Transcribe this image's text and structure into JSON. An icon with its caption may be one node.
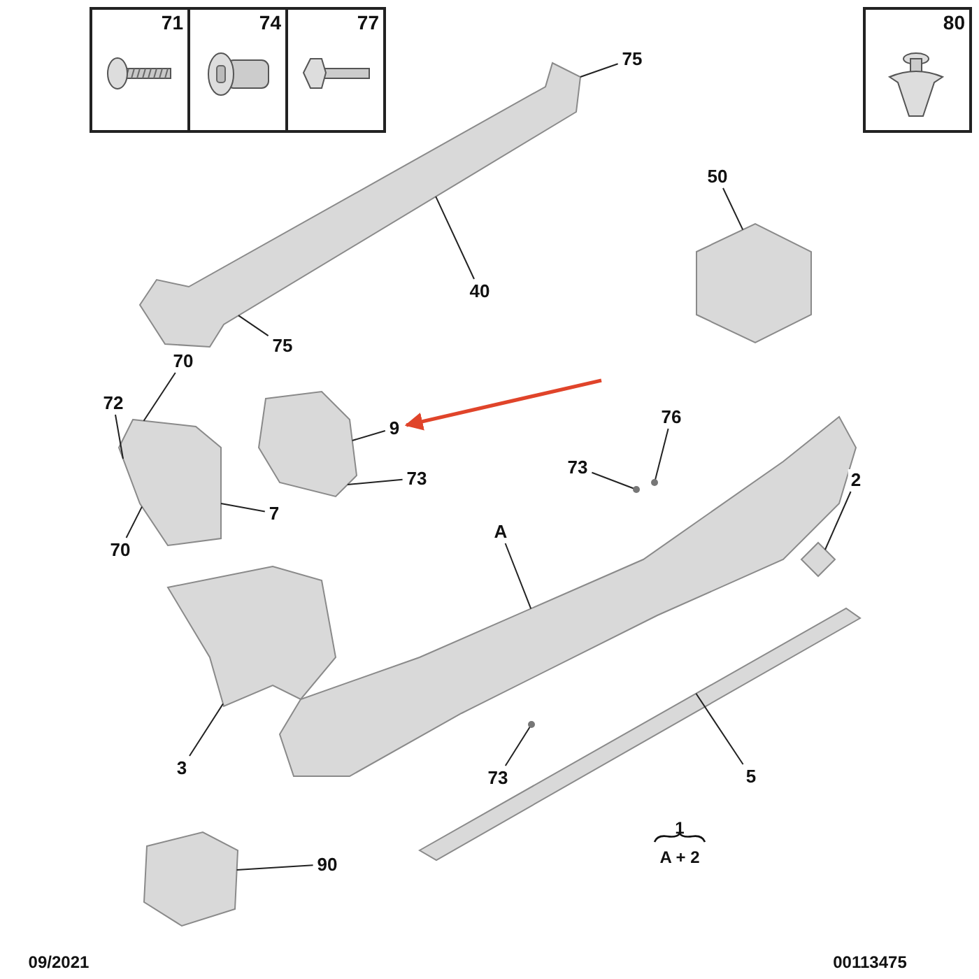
{
  "diagram": {
    "nodes": [
      {
        "text": [
          "71"
        ]
      },
      {
        "text": [
          "74"
        ]
      },
      {
        "text": [
          "77"
        ]
      },
      {
        "text": [
          "80"
        ]
      },
      {
        "text": [
          "75"
        ]
      },
      {
        "text": [
          "40"
        ]
      },
      {
        "text": [
          "75"
        ]
      },
      {
        "text": [
          "50"
        ]
      },
      {
        "text": [
          "70"
        ]
      },
      {
        "text": [
          "72"
        ]
      },
      {
        "text": [
          "9"
        ]
      },
      {
        "text": [
          "73"
        ]
      },
      {
        "text": [
          "7"
        ]
      },
      {
        "text": [
          "70"
        ]
      },
      {
        "text": [
          "73"
        ]
      },
      {
        "text": [
          "76"
        ]
      },
      {
        "text": [
          "A"
        ]
      },
      {
        "text": [
          "2"
        ]
      },
      {
        "text": [
          "3"
        ]
      },
      {
        "text": [
          "73"
        ]
      },
      {
        "text": [
          "5"
        ]
      },
      {
        "text": [
          "90"
        ]
      },
      {
        "text": [],
        "shape": "picture"
      },
      {
        "text": [],
        "shape": "picture"
      },
      {
        "text": [],
        "shape": "picture"
      },
      {
        "text": [],
        "shape": "picture"
      },
      {
        "text": [],
        "shape": "picture"
      },
      {
        "text": [],
        "shape": "picture"
      },
      {
        "text": [],
        "shape": "picture"
      },
      {
        "text": [],
        "shape": "picture"
      },
      {
        "text": [],
        "shape": "picture"
      }
    ],
    "edges": [
      {
        "from": 4,
        "to": 22,
        "arrow": "none"
      },
      {
        "from": 5,
        "to": 22,
        "arrow": "none"
      },
      {
        "from": 6,
        "to": 22,
        "arrow": "none"
      },
      {
        "from": 7,
        "to": 23,
        "arrow": "none"
      },
      {
        "from": 8,
        "to": 24,
        "arrow": "none"
      },
      {
        "from": 9,
        "to": 24,
        "arrow": "none"
      },
      {
        "from": 10,
        "to": 25,
        "arrow": "none"
      },
      {
        "from": 11,
        "to": 25,
        "arrow": "none"
      },
      {
        "from": 12,
        "to": 24,
        "arrow": "none"
      },
      {
        "from": 13,
        "to": 24,
        "arrow": "none"
      },
      {
        "from": 14,
        "to": null,
        "arrow": "none"
      },
      {
        "from": 15,
        "to": null,
        "arrow": "none"
      },
      {
        "from": 16,
        "to": 26,
        "arrow": "none"
      },
      {
        "from": 17,
        "to": 27,
        "arrow": "none"
      },
      {
        "from": 18,
        "to": 28,
        "arrow": "none"
      },
      {
        "from": 19,
        "to": null,
        "arrow": "none"
      },
      {
        "from": 20,
        "to": 29,
        "arrow": "none"
      },
      {
        "from": 21,
        "to": 30,
        "arrow": "none"
      },
      {
        "from": null,
        "to": 10,
        "arrow": "to",
        "style": "thick",
        "color": "#e0442a"
      }
    ],
    "labels": [
      "1",
      "A + 2",
      "09/2021",
      "00113475"
    ]
  }
}
